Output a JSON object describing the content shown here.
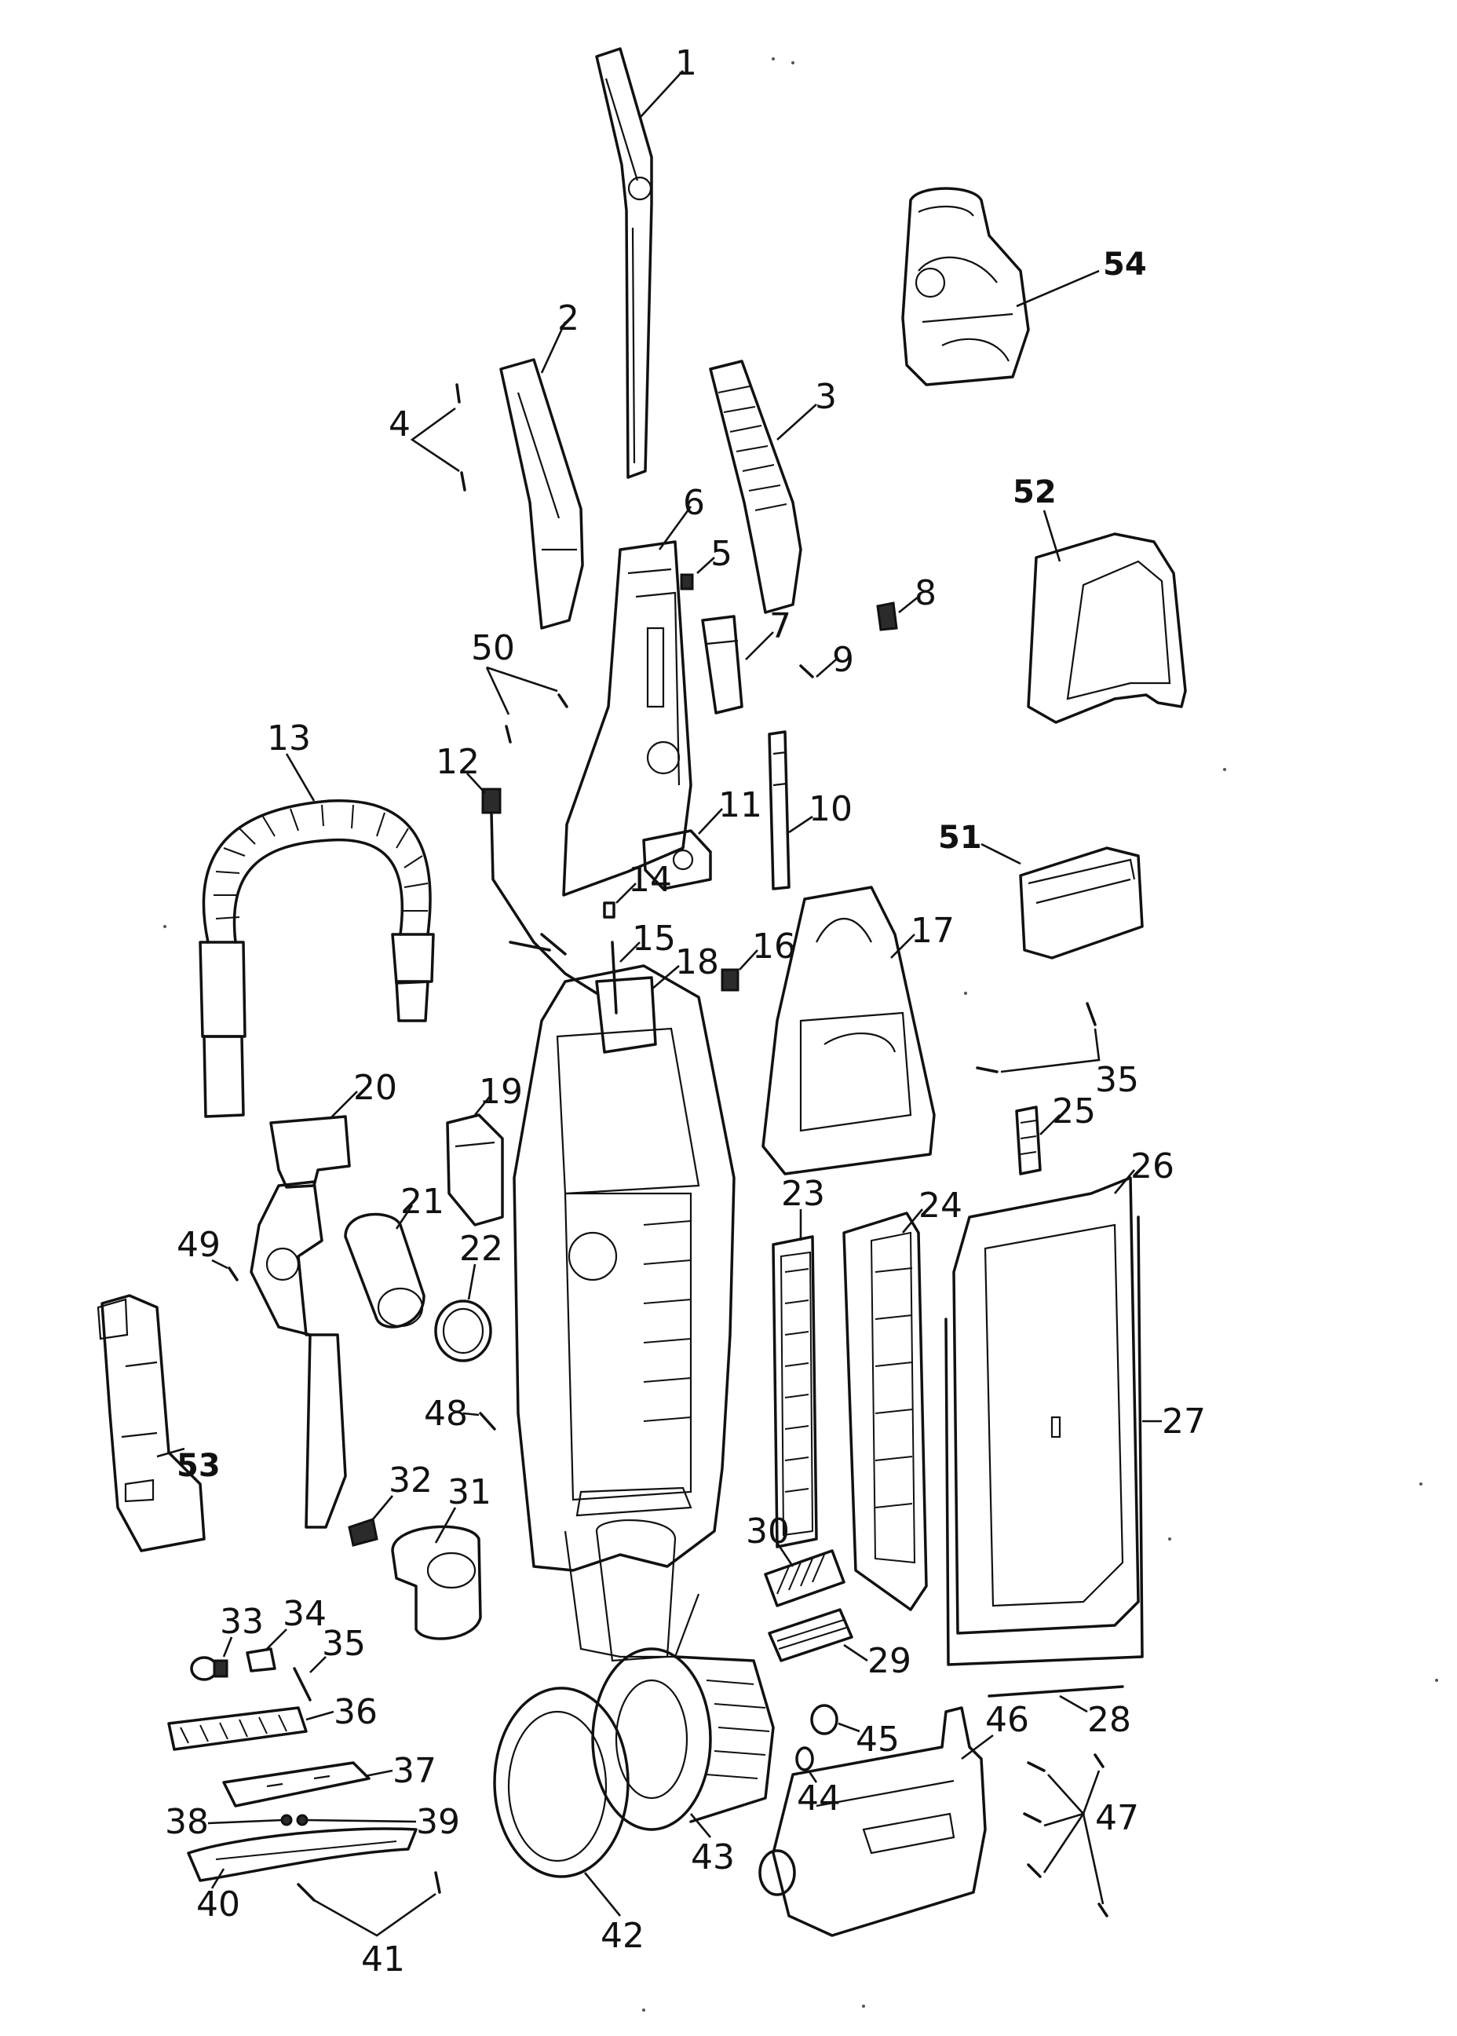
{
  "labels": {
    "p1": "1",
    "p2": "2",
    "p3": "3",
    "p4": "4",
    "p5": "5",
    "p6": "6",
    "p7": "7",
    "p8": "8",
    "p9": "9",
    "p10": "10",
    "p11": "11",
    "p12": "12",
    "p13": "13",
    "p14": "14",
    "p15": "15",
    "p16": "16",
    "p17": "17",
    "p18": "18",
    "p19": "19",
    "p20": "20",
    "p21": "21",
    "p22": "22",
    "p23": "23",
    "p24": "24",
    "p25": "25",
    "p26": "26",
    "p27": "27",
    "p28": "28",
    "p29": "29",
    "p30": "30",
    "p31": "31",
    "p32": "32",
    "p33": "33",
    "p34": "34",
    "p35a": "35",
    "p35b": "35",
    "p36": "36",
    "p37": "37",
    "p38": "38",
    "p39": "39",
    "p40": "40",
    "p41": "41",
    "p42": "42",
    "p43": "43",
    "p44": "44",
    "p45": "45",
    "p46": "46",
    "p47": "47",
    "p48": "48",
    "p49": "49",
    "p50": "50",
    "p51": "51",
    "p52": "52",
    "p53": "53",
    "p54": "54"
  }
}
